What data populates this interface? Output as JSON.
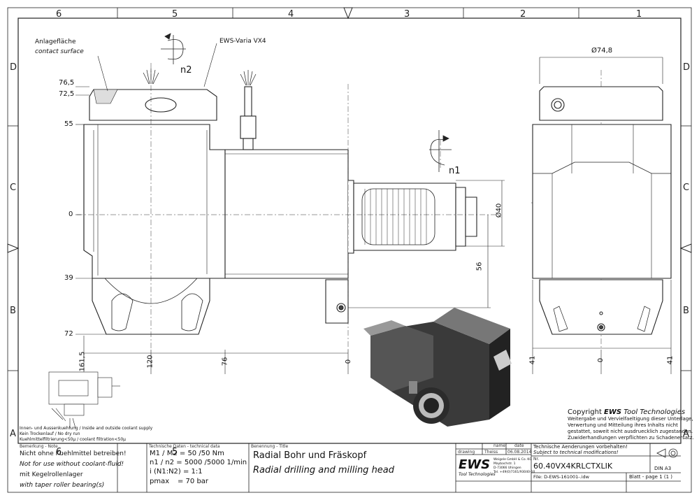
{
  "zones": {
    "columns": [
      "6",
      "5",
      "4",
      "3",
      "2",
      "1"
    ],
    "rows": [
      "D",
      "C",
      "B",
      "A"
    ]
  },
  "labels": {
    "anlageflaeche": "Anlagefläche",
    "contact_surface": "contact surface",
    "product_line": "EWS-Varia VX4",
    "n2": "n2",
    "n1": "n1",
    "diameter_top": "Ø74,8",
    "diameter_bore": "Ø40"
  },
  "dimensions": {
    "left": [
      "76,5",
      "72,5",
      "55",
      "0",
      "39",
      "72"
    ],
    "bottom": [
      "161,5",
      "120",
      "76",
      "0"
    ],
    "right_56": "56",
    "side_bottom": [
      "41",
      "0",
      "41"
    ]
  },
  "coolant_note": {
    "line1": "Innen- und Aussenkuehlung / Inside and outside coolant supply",
    "line2": "Kein Trockenlauf / No dry run",
    "line3": "Kuehlmittelfiltrierung<50µ / coolant filtration<50µ"
  },
  "copyright": {
    "prefix": "Copyright ",
    "brand": "EWS",
    "suffix": " Tool Technologies",
    "line1": "Weitergabe und Vervielfaeltigung dieser Unterlage,",
    "line2": "Verwertung und Mitteilung ihres Inhalts nicht",
    "line3": "gestattet, soweit nicht ausdruecklich zugestanden.",
    "line4": "Zuwiderhandlungen verpflichten zu Schadenersatz."
  },
  "title_block": {
    "remarks_header": "Bemerkung - Note",
    "remark1": "Nicht ohne Kuehlmittel betreiben!",
    "remark2": "Not for use without coolant-fluid!",
    "remark3": "mit Kegelrollenlager",
    "remark4": "with taper roller bearing(s)",
    "tech_header": "Technische Daten - technical data",
    "tech_m": "M1 / M2 = 50  /50  Nm",
    "tech_n": "n1 / n2 = 5000 /5000  1/min",
    "tech_i": "i   (N1:N2)  = 1:1",
    "tech_p_label": "pmax",
    "tech_p_value": "= 70  bar",
    "title_header": "Benennung - Title",
    "title_de": "Radial Bohr und Fräskopf",
    "title_en": "Radial drilling and milling head",
    "col_name": "name",
    "col_date": "date",
    "drawing_label": "drawing",
    "drawing_name": "Theiss",
    "drawing_date": "06.08.2014",
    "ews_logo": "EWS",
    "ews_sub": "Tool Technologies",
    "ews_addr1": "Weigele GmbH & Co. KG",
    "ews_addr2": "Maybachstr. 1",
    "ews_addr3": "D-73066 Uhingen",
    "ews_addr4": "Tel. +49(0)7161/93040-10",
    "changes_de": "Technische Aenderungen vorbehalten!",
    "changes_en": "Subject to technical modifications!",
    "nr_label": "Nr.",
    "part_number": "60.40VX4KRLCTXLIK",
    "format": "DIN A3",
    "file": "File: D-EWS-161001-.idw",
    "sheet": "Blatt - page 1 (1 )"
  }
}
